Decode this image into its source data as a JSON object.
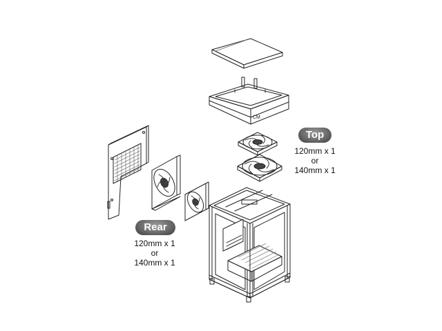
{
  "labels": {
    "top": {
      "title": "Top",
      "line1": "120mm x 1",
      "line2": "or",
      "line3": "140mm x 1"
    },
    "rear": {
      "title": "Rear",
      "line1": "120mm x 1",
      "line2": "or",
      "line3": "140mm x 1"
    }
  },
  "frame_badge": "CM",
  "colors": {
    "line": "#222222",
    "pill_light": "#9a9a9a",
    "pill_dark": "#3e3e3e",
    "label_text": "#ffffff"
  },
  "icons": [
    "case-frame-icon",
    "top-panel-icon",
    "top-bracket-icon",
    "fan-icon",
    "rear-plate-icon"
  ]
}
